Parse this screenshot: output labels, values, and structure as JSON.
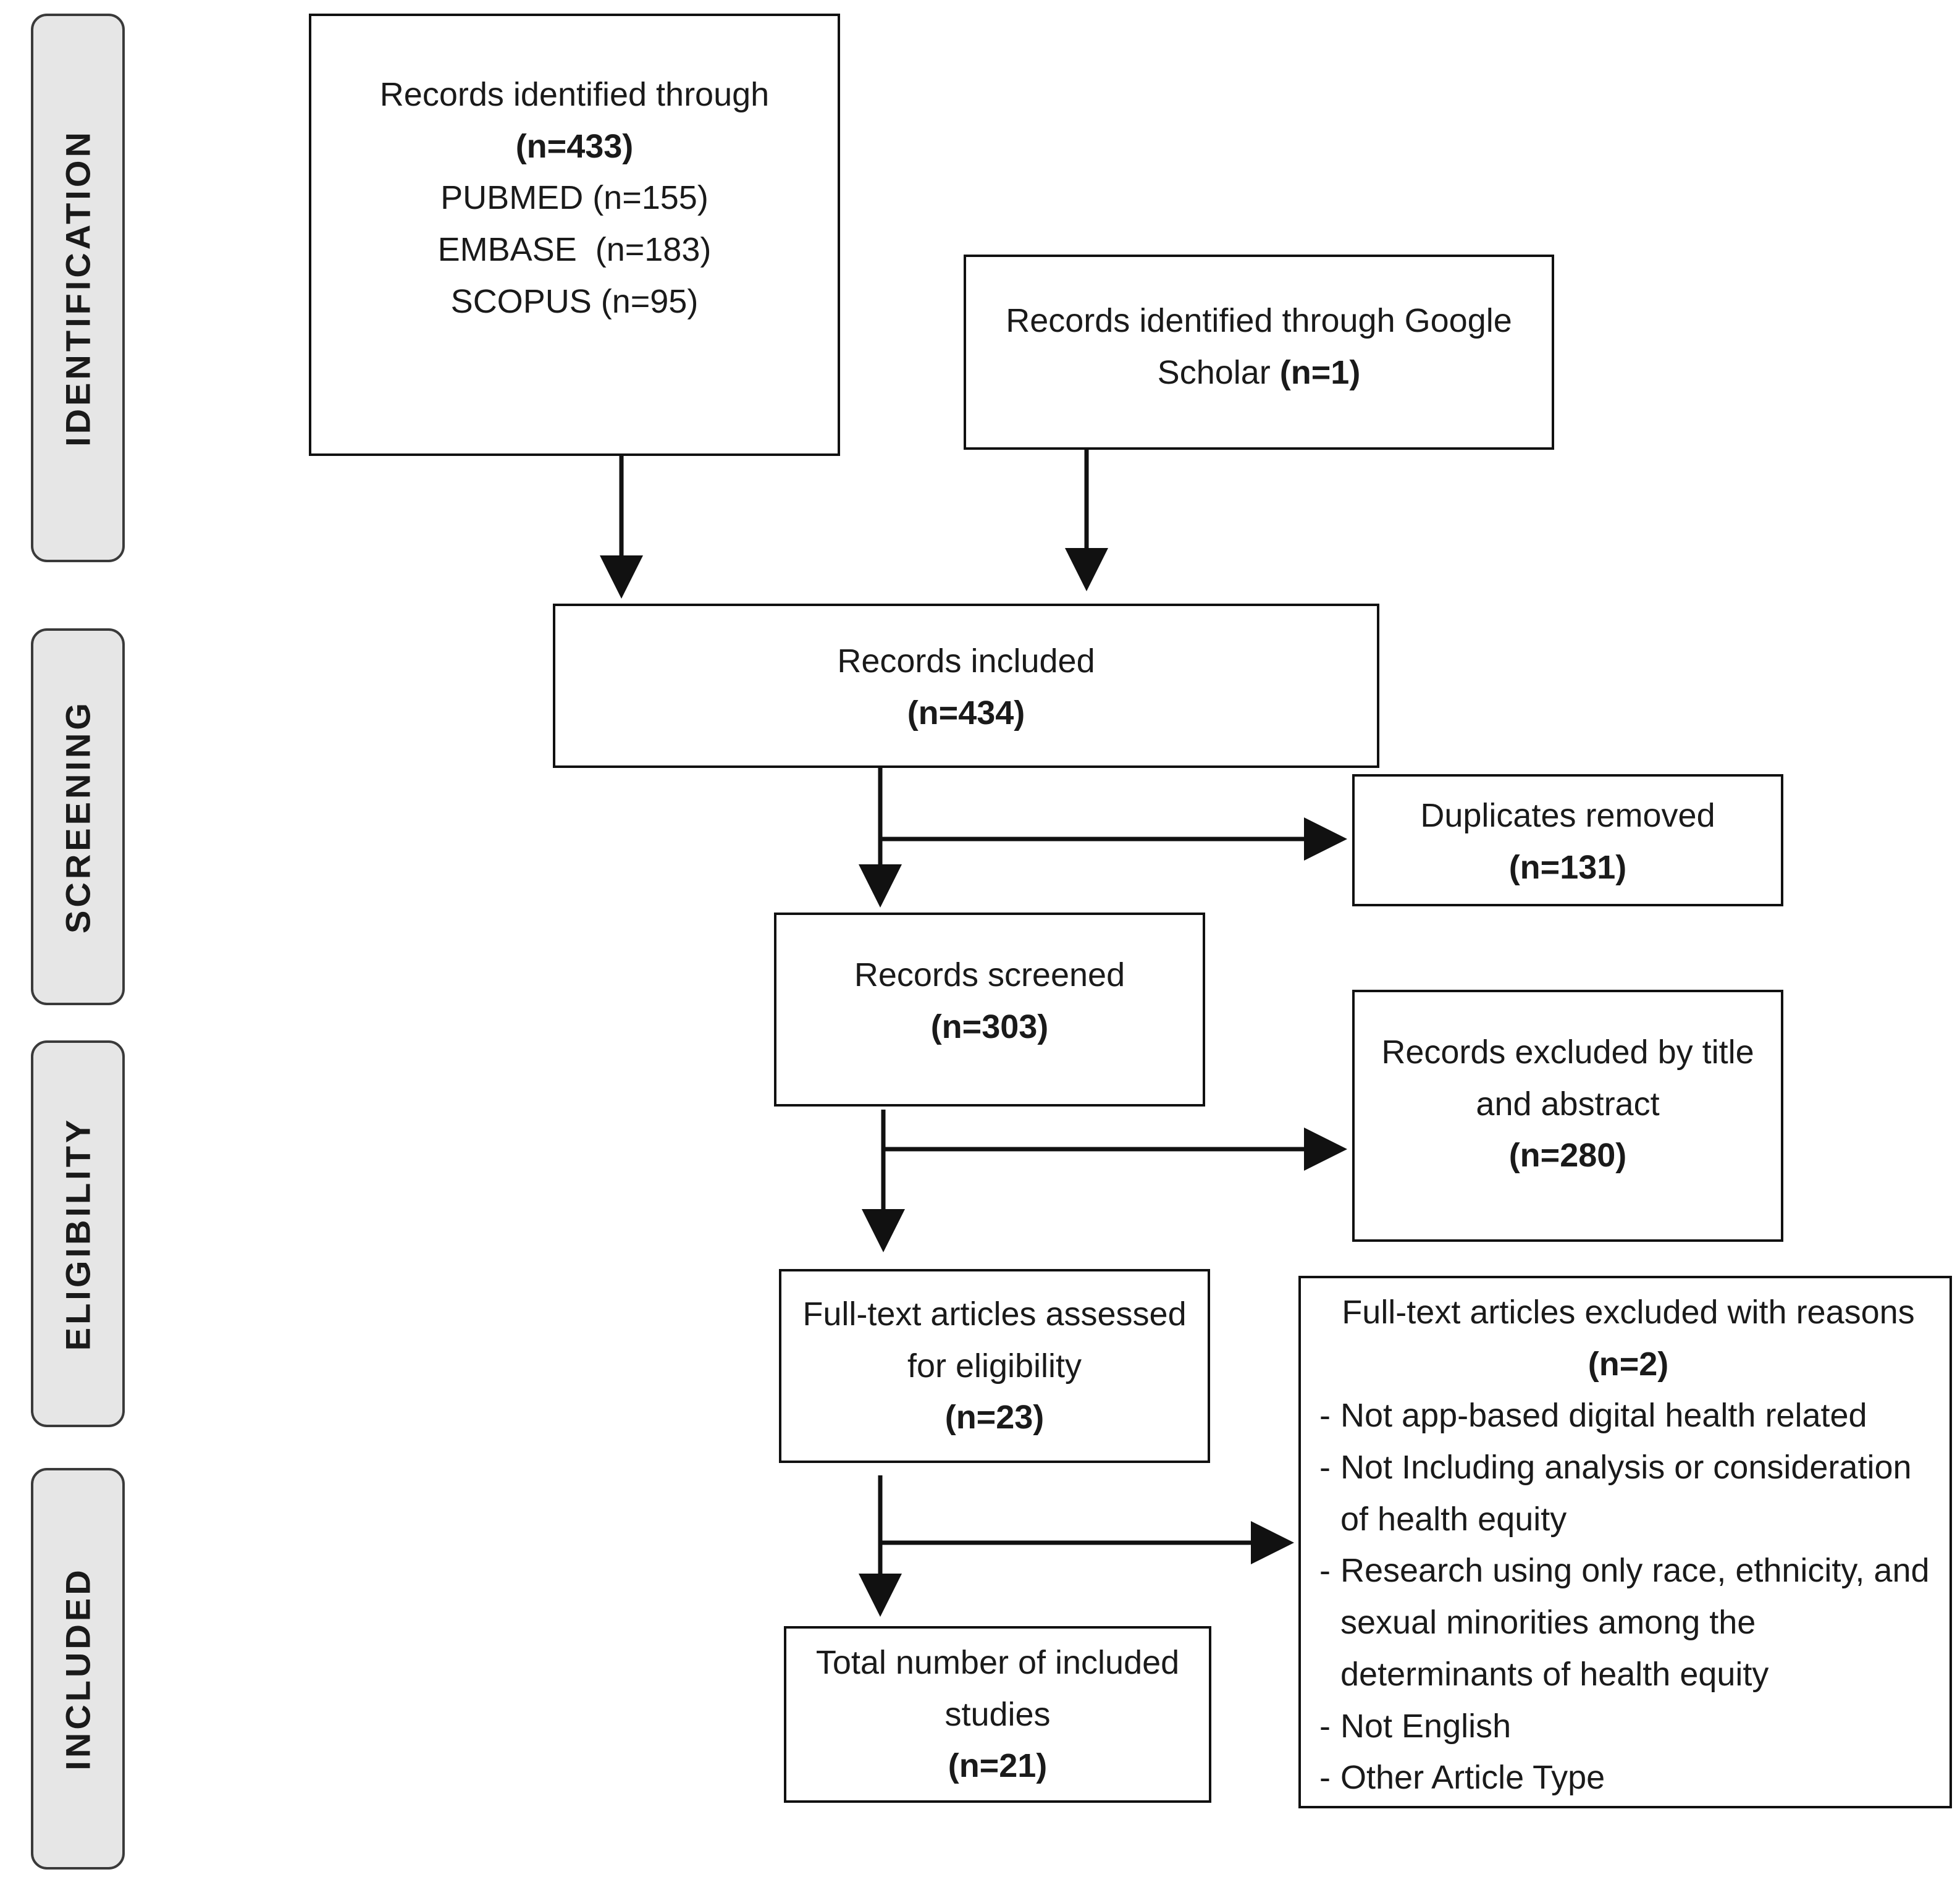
{
  "stages": [
    {
      "key": "identification",
      "label": "IDENTIFICATION"
    },
    {
      "key": "screening",
      "label": "SCREENING"
    },
    {
      "key": "eligibility",
      "label": "ELIGIBILITY"
    },
    {
      "key": "included",
      "label": "INCLUDED"
    }
  ],
  "boxes": {
    "databases": {
      "title": "Records identified through",
      "count": "(n=433)",
      "sources": [
        "PUBMED (n=155)",
        "EMBASE  (n=183)",
        "SCOPUS (n=95)"
      ]
    },
    "google_scholar": {
      "title_line1": "Records identified through Google",
      "title_line2": "Scholar",
      "count": "(n=1)"
    },
    "records_included": {
      "title": "Records included",
      "count": "(n=434)"
    },
    "duplicates_removed": {
      "title": "Duplicates removed",
      "count": "(n=131)"
    },
    "records_screened": {
      "title": "Records screened",
      "count": "(n=303)"
    },
    "excluded_title_abstract": {
      "title_line1": "Records excluded by title",
      "title_line2": "and abstract",
      "count": "(n=280)"
    },
    "fulltext_assessed": {
      "title_line1": "Full-text articles assessed",
      "title_line2": "for eligibility",
      "count": "(n=23)"
    },
    "fulltext_excluded": {
      "title": "Full-text articles excluded with reasons",
      "count": "(n=2)",
      "reasons": [
        "Not app-based digital health related",
        "Not Including analysis or consideration of health equity",
        "Research using only race, ethnicity, and sexual minorities among the determinants of health equity",
        "Not English",
        "Other Article Type"
      ]
    },
    "total_included": {
      "title_line1": "Total number of included",
      "title_line2": "studies",
      "count": "(n=21)"
    }
  }
}
